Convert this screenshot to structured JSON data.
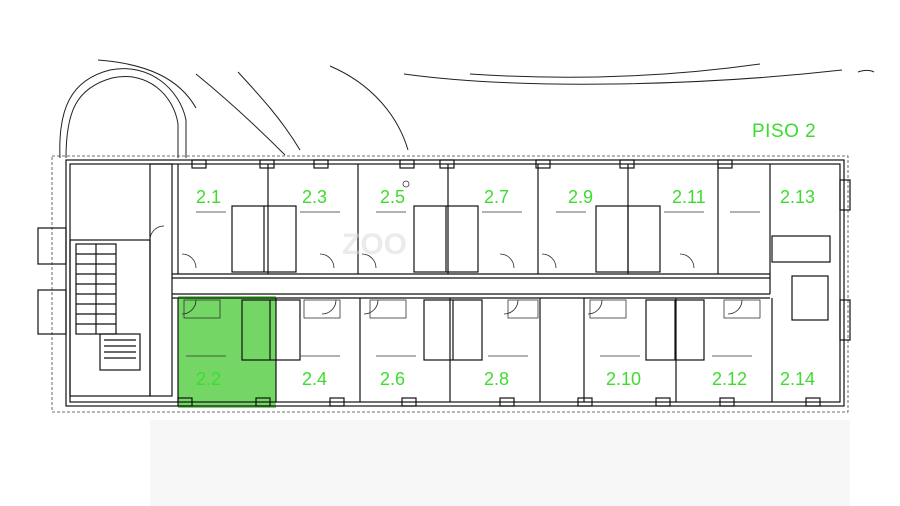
{
  "floor_label": "PISO 2",
  "units_top": [
    "2.1",
    "2.3",
    "2.5",
    "2.7",
    "2.9",
    "2.11",
    "2.13"
  ],
  "units_bottom": [
    "2.2",
    "2.4",
    "2.6",
    "2.8",
    "2.10",
    "2.12",
    "2.14"
  ],
  "highlighted_unit": "2.2",
  "colors": {
    "label": "#3ddc2e",
    "highlight": "#5cd04a",
    "wall": "#111111"
  }
}
